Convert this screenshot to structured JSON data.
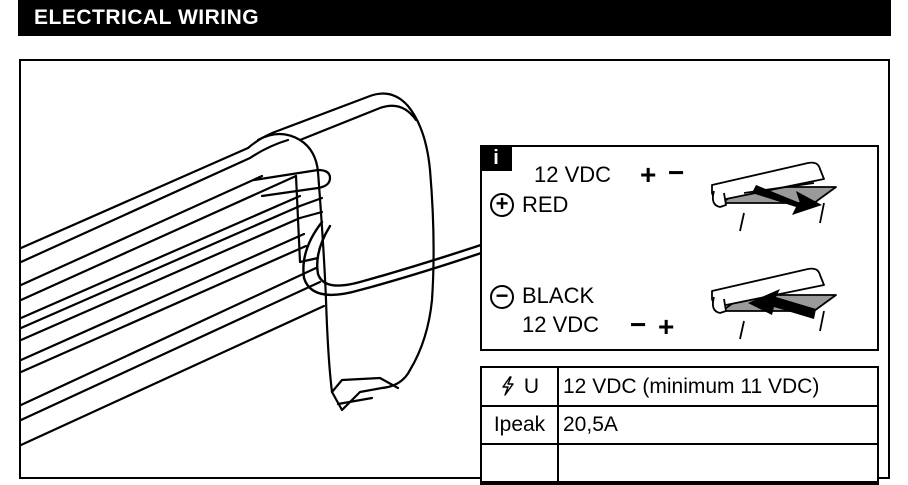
{
  "header": {
    "title": "ELECTRICAL WIRING"
  },
  "info_box": {
    "badge": "i",
    "positive": {
      "voltage": "12 VDC",
      "sign1": "+",
      "sign2": "−",
      "color_label": "RED",
      "symbol": "+"
    },
    "negative": {
      "voltage": "12 VDC",
      "sign1": "−",
      "sign2": "+",
      "color_label": "BLACK",
      "symbol": "−"
    }
  },
  "spec_table": {
    "rows": [
      {
        "label": "U",
        "icon": "lightning-icon",
        "value": "12 VDC (minimum 11 VDC)"
      },
      {
        "label": "Ipeak",
        "value": "20,5A"
      },
      {
        "label": "",
        "value": ""
      }
    ]
  },
  "colors": {
    "background": "#ffffff",
    "ink": "#000000",
    "fabric": "#9a9a9a"
  }
}
